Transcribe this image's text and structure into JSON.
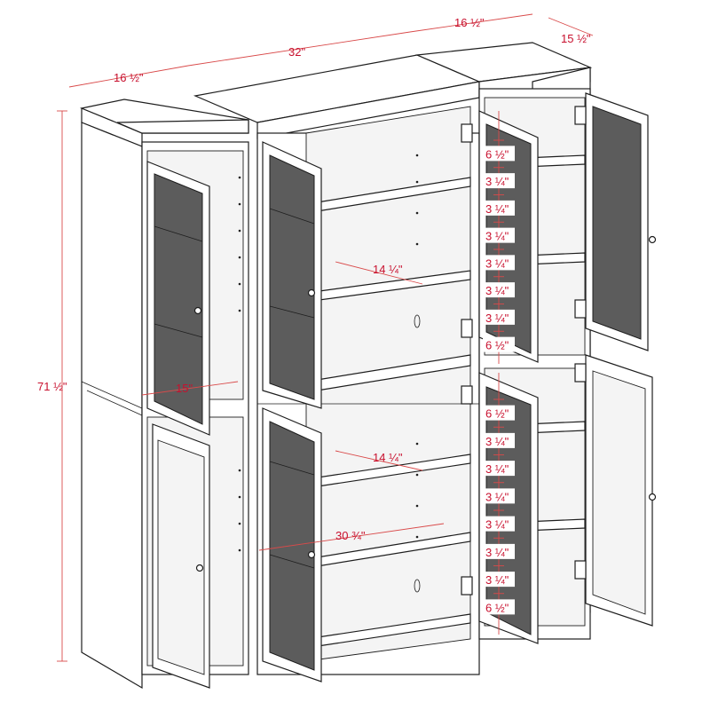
{
  "colors": {
    "outline": "#1e1e1e",
    "dimension": "#c8102e",
    "glass": "#5c5c5c"
  },
  "dimensions": {
    "top_left_width": "16 ½\"",
    "top_center_width": "32\"",
    "top_right_width": "16 ½\"",
    "depth": "15 ½\"",
    "height": "71 ½\"",
    "inner_depth": "15\"",
    "upper_shelf_depth": "14 ¼\"",
    "lower_shelf_depth": "14 ¼\"",
    "center_width": "30 ¾\""
  },
  "shelf_spacing_upper": [
    "6 ½\"",
    "3 ¼\"",
    "3 ¼\"",
    "3 ¼\"",
    "3 ¼\"",
    "3 ¼\"",
    "3 ¼\"",
    "6 ½\""
  ],
  "shelf_spacing_lower": [
    "6 ½\"",
    "3 ¼\"",
    "3 ¼\"",
    "3 ¼\"",
    "3 ¼\"",
    "3 ¼\"",
    "3 ¼\"",
    "6 ½\""
  ]
}
